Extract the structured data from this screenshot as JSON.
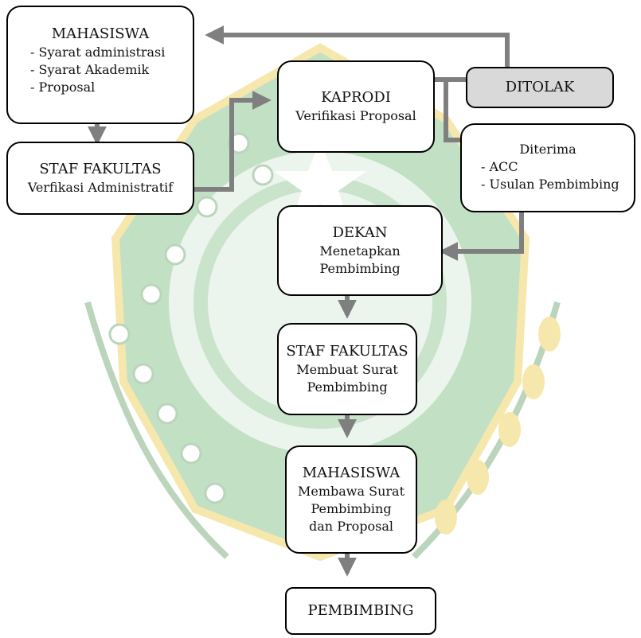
{
  "diagram": {
    "boxes": {
      "mahasiswa_top": {
        "title": "MAHASISWA",
        "items": [
          "- Syarat administrasi",
          "- Syarat Akademik",
          "- Proposal"
        ]
      },
      "staf_fakultas_top": {
        "title": "STAF FAKULTAS",
        "subtitle": "Verfikasi Administratif"
      },
      "kaprodi": {
        "title": "KAPRODI",
        "subtitle": "Verifikasi Proposal"
      },
      "ditolak": {
        "title": "DITOLAK"
      },
      "diterima": {
        "title": "Diterima",
        "items": [
          "- ACC",
          "- Usulan Pembimbing"
        ]
      },
      "dekan": {
        "title": "DEKAN",
        "lines": [
          "Menetapkan",
          "Pembimbing"
        ]
      },
      "staf_fakultas_bottom": {
        "title": "STAF FAKULTAS",
        "lines": [
          "Membuat Surat",
          "Pembimbing"
        ]
      },
      "mahasiswa_bottom": {
        "title": "MAHASISWA",
        "lines": [
          "Membawa Surat",
          "Pembimbing",
          "dan Proposal"
        ]
      },
      "pembimbing": {
        "title": "PEMBIMBING"
      }
    },
    "colors": {
      "arrow": "#7f7f7f",
      "box_border": "#000000",
      "rejected_fill": "#d9d9d9",
      "watermark_green": "#43a047",
      "watermark_gold": "#e6b800"
    }
  }
}
